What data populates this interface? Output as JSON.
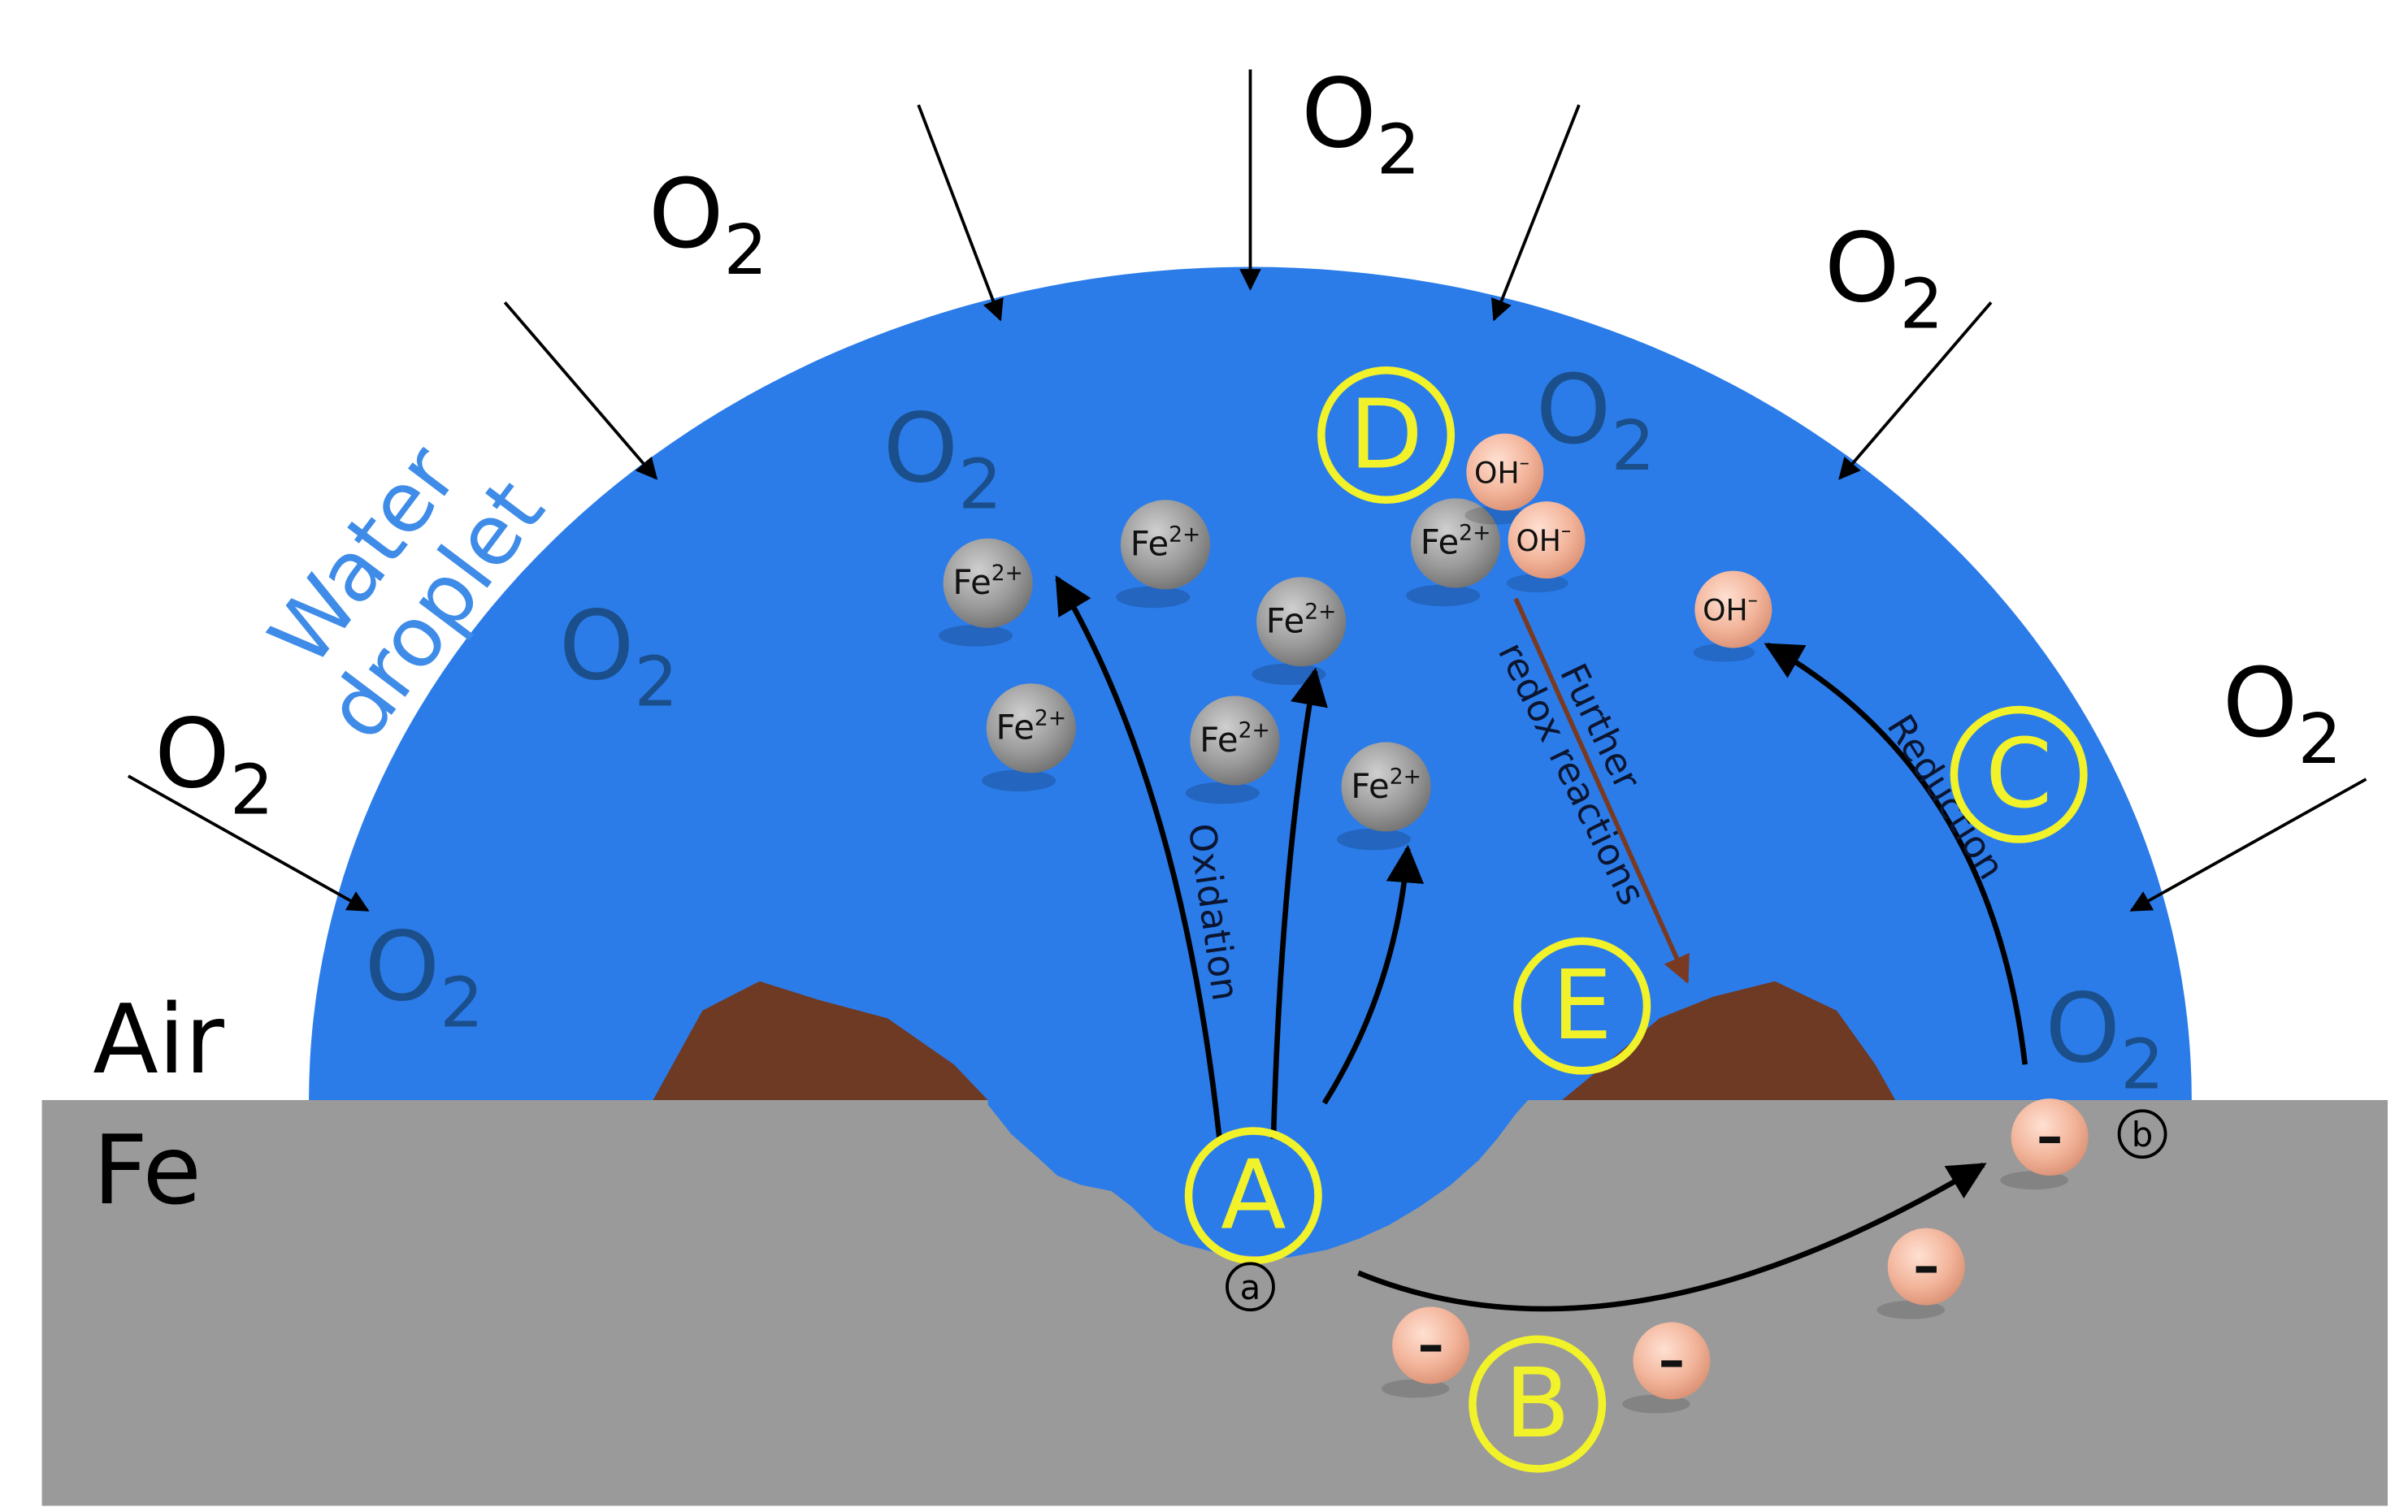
{
  "labels": {
    "water_droplet_line1": "Water",
    "water_droplet_line2": "droplet",
    "air": "Air",
    "fe": "Fe",
    "oxygen_o": "O",
    "oxygen_sub": "2",
    "oxidation": "Oxidation",
    "reduction": "Reduction",
    "further_line1": "Further",
    "further_line2": "redox reactions",
    "site_a": "a",
    "site_b": "b"
  },
  "step_markers": [
    "A",
    "B",
    "C",
    "D",
    "E"
  ],
  "ions": {
    "iron_base": "Fe",
    "iron_charge": "2+",
    "hydroxide_base": "OH",
    "hydroxide_charge": "–",
    "electron": "–"
  },
  "colors": {
    "water": "#2b7ce9",
    "water_label": "#3f8ce8",
    "dissolved_o2": "#1b4f8c",
    "iron_metal": "#9a9a9a",
    "rust": "#6e3a24",
    "marker_ring": "#f2f22a",
    "fe_ion": "#8e8e8e",
    "hydroxide": "#f2b49a",
    "electron": "#f2b49a",
    "further_arrow": "#7a3a22",
    "arrow": "#000000"
  }
}
